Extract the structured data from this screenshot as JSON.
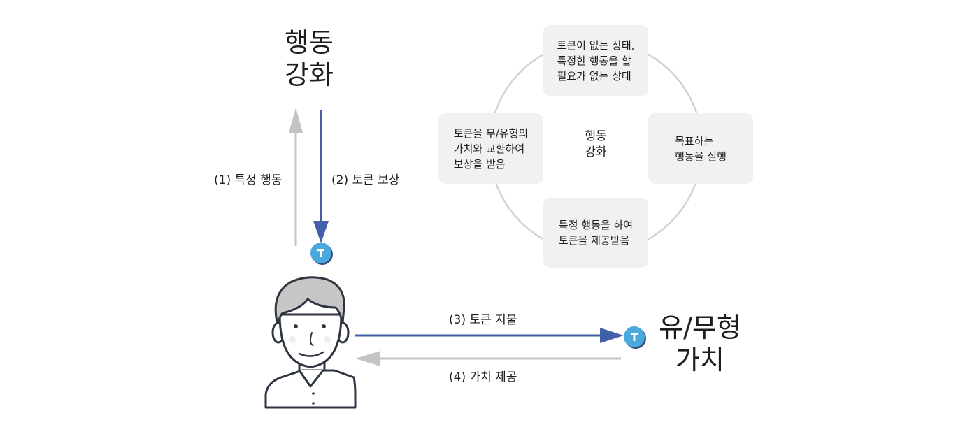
{
  "top_left_title": {
    "line1": "행동",
    "line2": "강화"
  },
  "arrows": {
    "action_label": "(1) 특정 행동",
    "reward_label": "(2) 토큰 보상",
    "pay_label": "(3) 토큰 지불",
    "value_label": "(4) 가치 제공"
  },
  "value_title": {
    "line1": "유/무형",
    "line2": "가치"
  },
  "token": {
    "letter": "T"
  },
  "cycle": {
    "center": "행동\n강화",
    "top": "토큰이 없는 상태,\n특정한 행동을 할\n필요가 없는 상태",
    "right": "목표하는\n행동을 실행",
    "bottom": "특정 행동을 하여\n토큰을 제공받음",
    "left": "토큰을 무/유형의\n가치와 교환하여\n보상을 받음"
  },
  "colors": {
    "blue_arrow": "#4260a8",
    "gray_arrow": "#c4c4c4",
    "token": "#4aa8dc",
    "box": "#f1f1f1",
    "circle": "#d2d2d2"
  }
}
